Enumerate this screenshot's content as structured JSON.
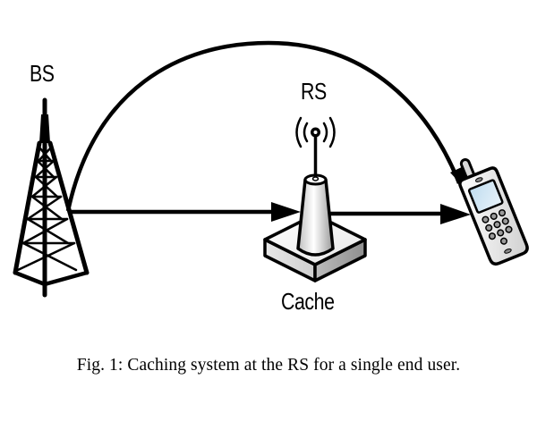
{
  "figure": {
    "nodes": {
      "base_station": {
        "label": "BS",
        "icon": "cell-tower-icon"
      },
      "relay_station": {
        "label": "RS",
        "icon": "relay-antenna-icon",
        "sublabel": "Cache"
      },
      "end_user": {
        "icon": "mobile-phone-icon"
      }
    },
    "edges": [
      {
        "from": "BS",
        "to": "RS",
        "style": "straight-arrow"
      },
      {
        "from": "RS",
        "to": "User",
        "style": "straight-arrow"
      },
      {
        "from": "BS",
        "to": "User",
        "style": "curved-arrow"
      }
    ],
    "caption": "Fig. 1: Caching system at the RS for a single end user."
  }
}
